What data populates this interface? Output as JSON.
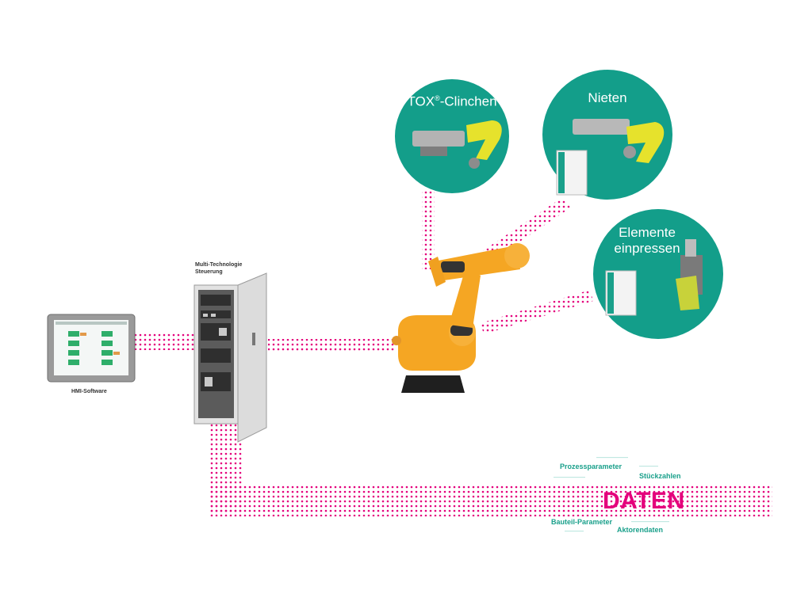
{
  "colors": {
    "connector": "#e4007c",
    "bubble": "#139e8a",
    "robot": "#f5a623",
    "robot_base": "#222222",
    "cabinet": "#d9d9d9",
    "daten": "#e4007c",
    "words": "#1aa08b"
  },
  "components": {
    "hmi_caption": "HMI-Software",
    "cabinet_caption_line1": "Multi-Technologie",
    "cabinet_caption_line2": "Steuerung"
  },
  "bubbles": {
    "clinchen": {
      "title_main": "TOX",
      "title_sup": "®",
      "title_rest": "-Clinchen"
    },
    "nieten": {
      "title": "Nieten"
    },
    "einpressen": {
      "title_line1": "Elemente",
      "title_line2": "einpressen"
    }
  },
  "word_cloud": {
    "main": "DATEN",
    "prozessparameter": "Prozessparameter",
    "stueckzahlen": "Stückzahlen",
    "bauteil_parameter": "Bauteil-Parameter",
    "aktorendaten": "Aktorendaten"
  }
}
